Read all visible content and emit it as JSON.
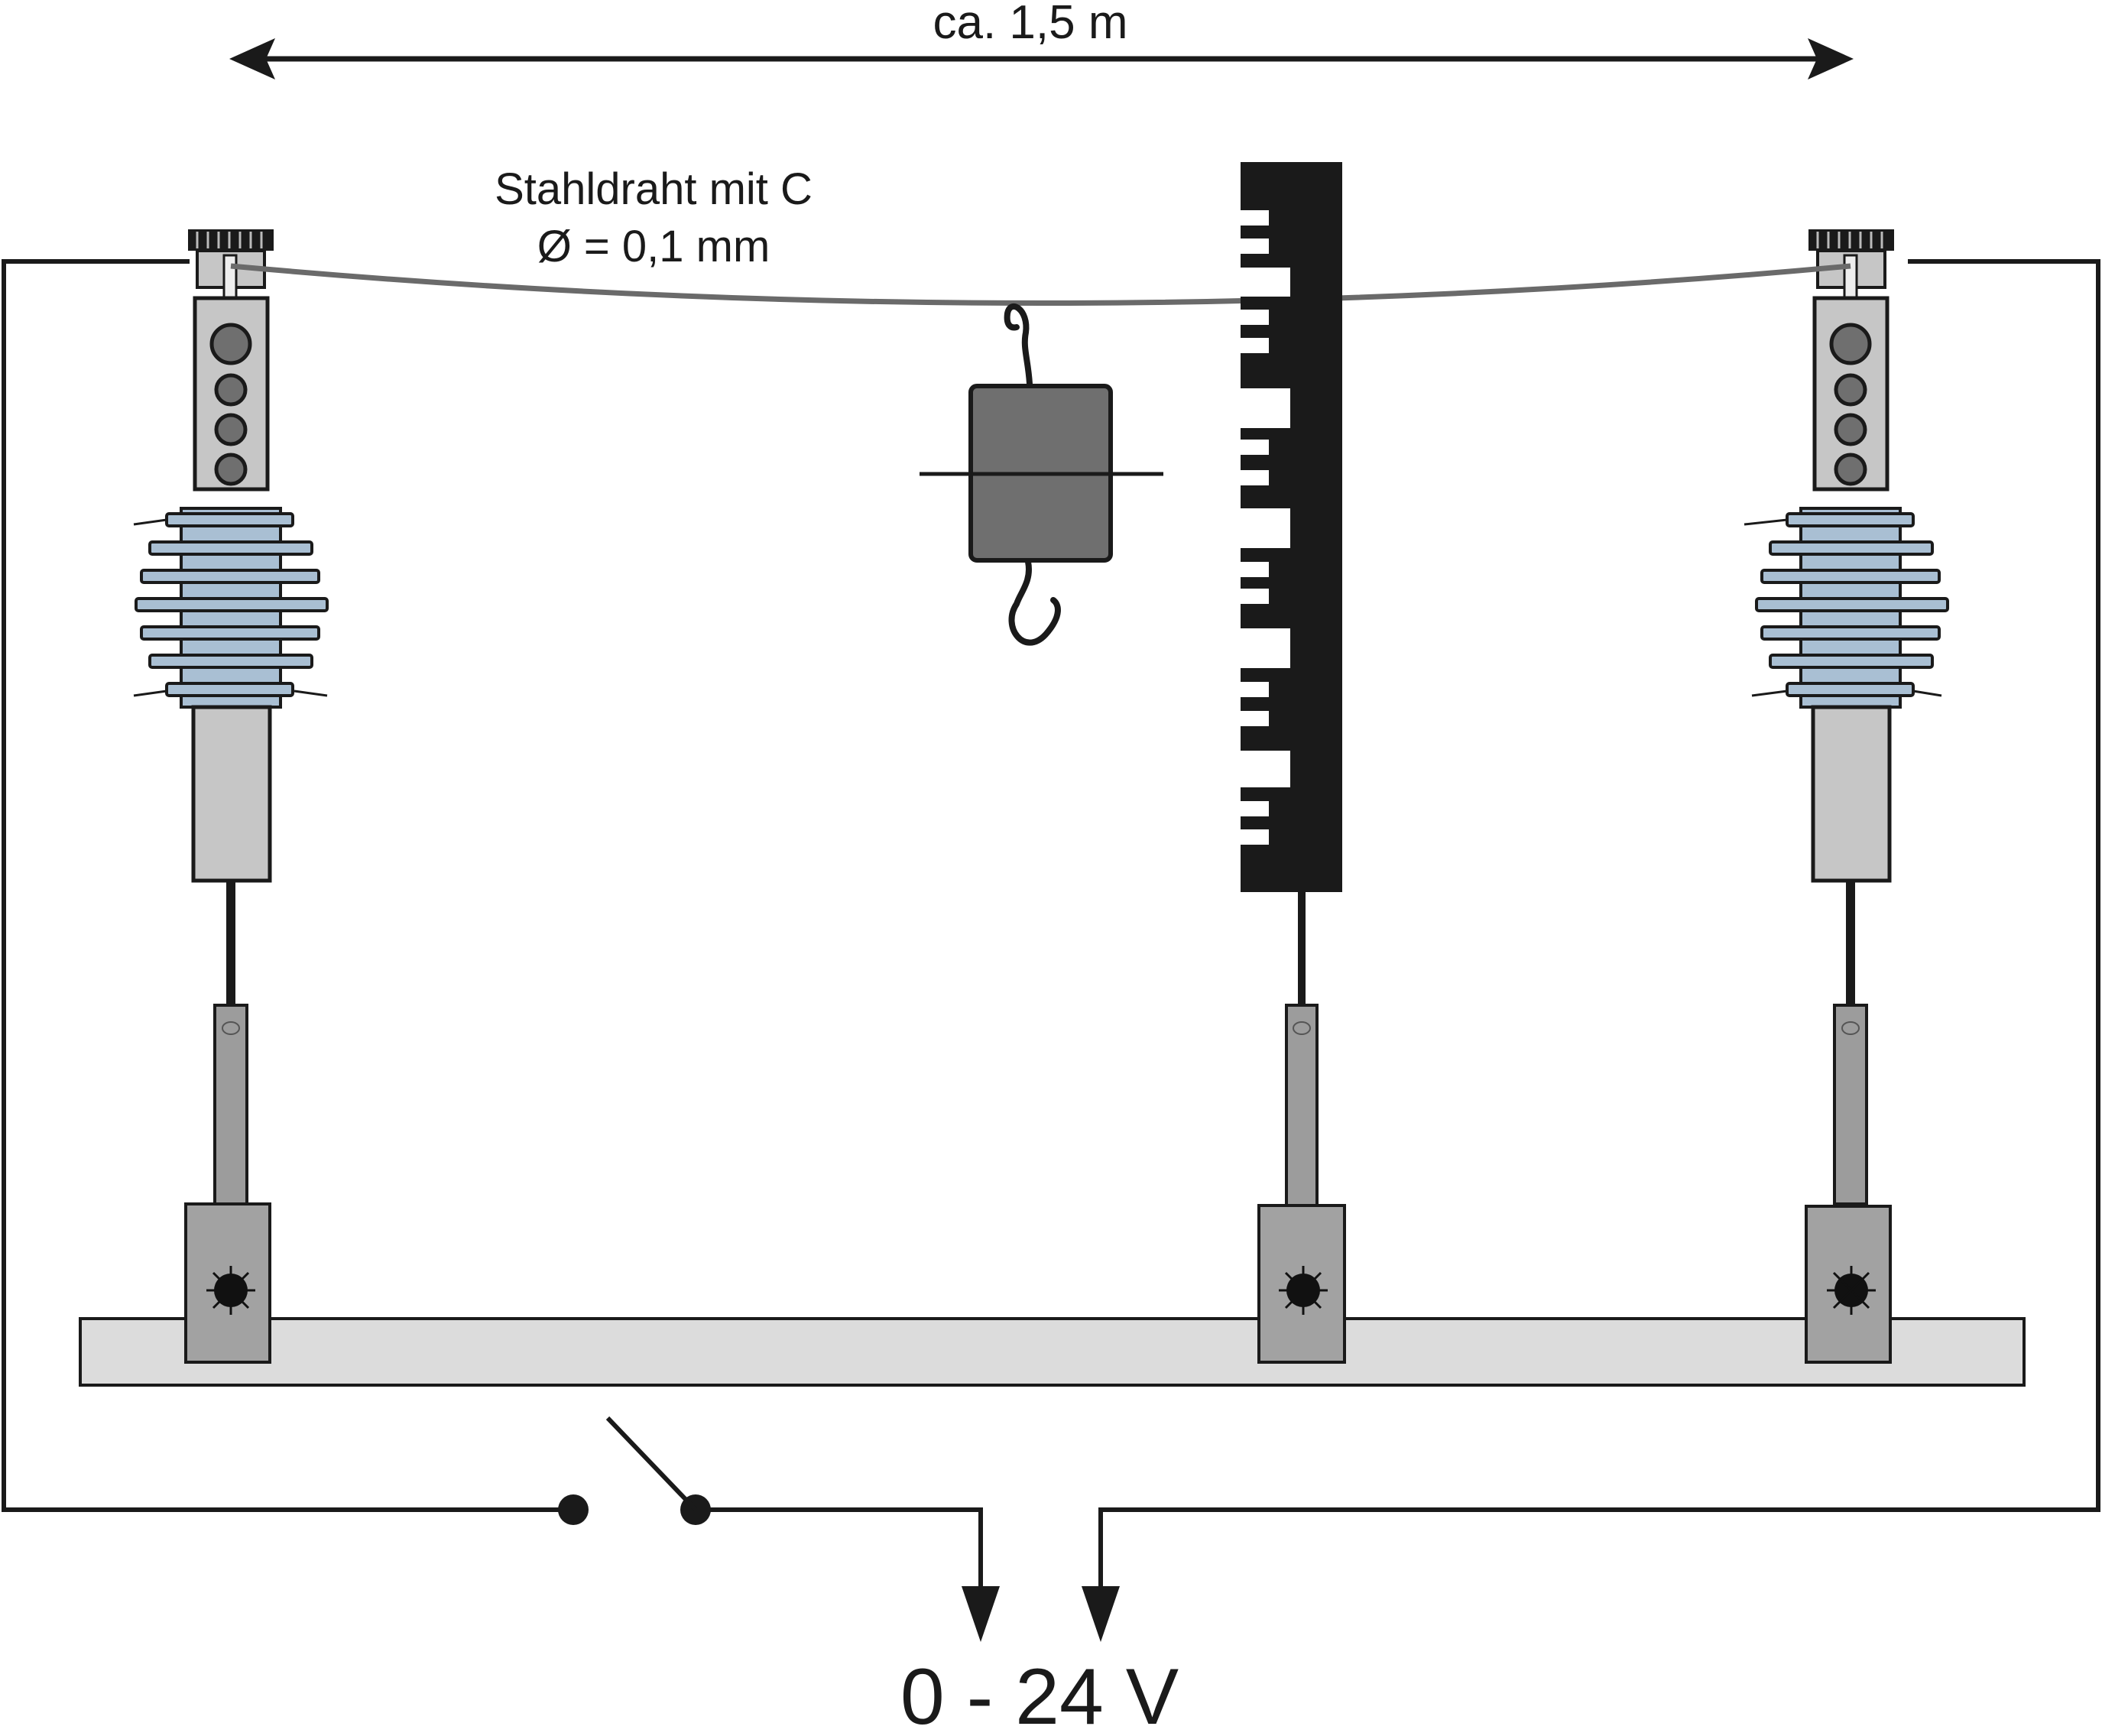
{
  "labels": {
    "span": "ca. 1,5 m",
    "wire_line1": "Stahldraht mit C",
    "wire_line2": "Ø = 0,1 mm",
    "voltage": "0 - 24 V"
  },
  "colors": {
    "insulator_blue": "#a9bfd3",
    "post_grey": "#c6c6c6",
    "rod_grey": "#9c9c9c",
    "clamp_grey": "#a2a2a2",
    "rail_grey": "#dcdcdc",
    "weight_grey": "#6f6f6f",
    "wire_grey": "#6a6a6a",
    "scale_black": "#1a1a1a"
  }
}
